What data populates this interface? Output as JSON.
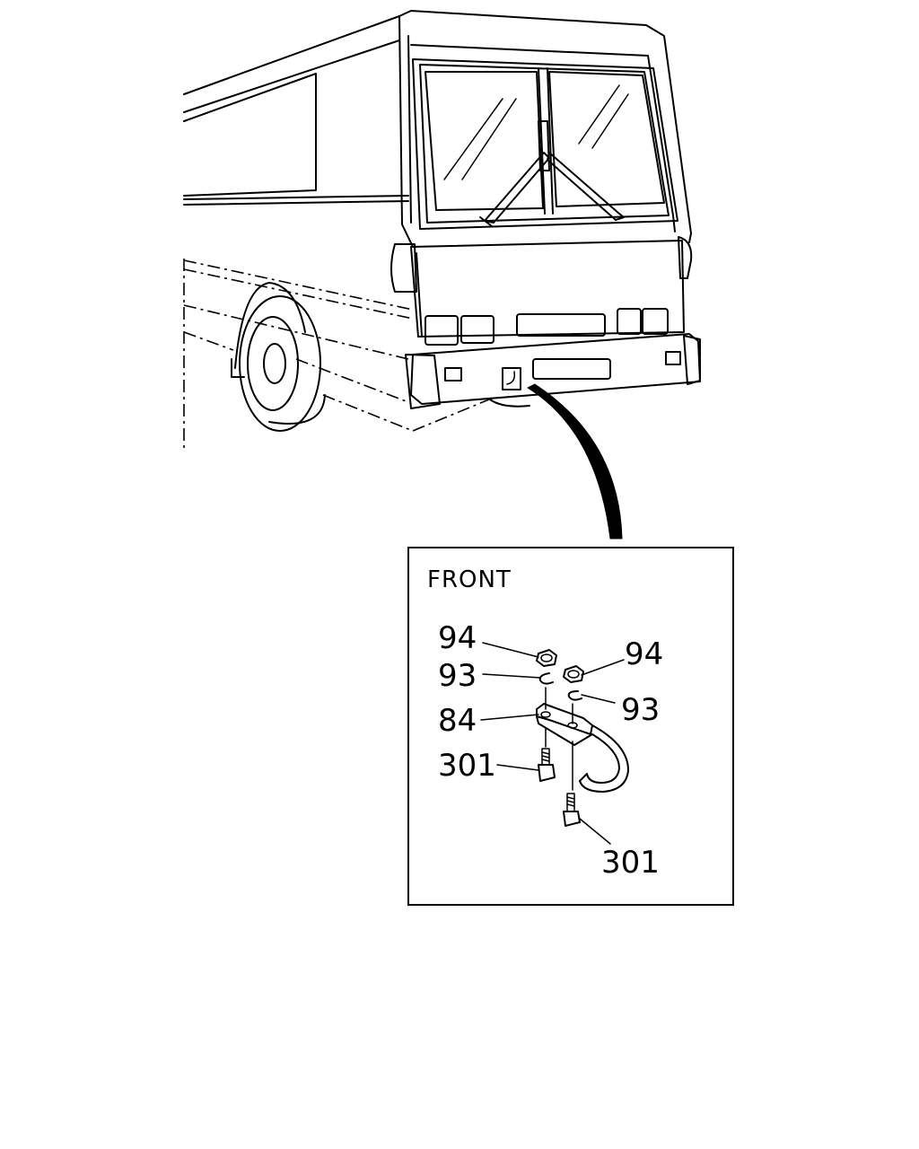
{
  "detail": {
    "title": "FRONT"
  },
  "callouts": [
    {
      "id": "nut-upper-left",
      "label": "94",
      "part": "nut"
    },
    {
      "id": "washer-left",
      "label": "93",
      "part": "washer"
    },
    {
      "id": "nut-right",
      "label": "94",
      "part": "nut"
    },
    {
      "id": "washer-right",
      "label": "93",
      "part": "washer"
    },
    {
      "id": "hook",
      "label": "84",
      "part": "tow hook"
    },
    {
      "id": "bolt-left",
      "label": "301",
      "part": "bolt"
    },
    {
      "id": "bolt-right",
      "label": "301",
      "part": "bolt"
    }
  ],
  "colors": {
    "ink": "#000000",
    "paper": "#ffffff"
  }
}
